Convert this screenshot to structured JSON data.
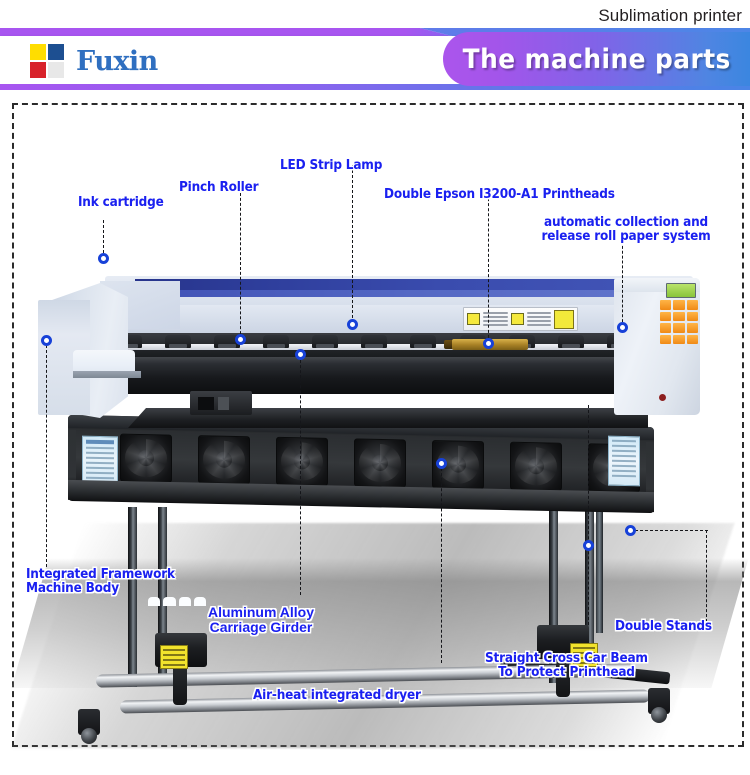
{
  "header": {
    "subtitle": "Sublimation printer",
    "banner_title": "The machine parts",
    "brand_name": "Fuxin",
    "logo_squares": [
      "#ffdd00",
      "#1d4f91",
      "#d8222a",
      "#e8e8e8"
    ],
    "banner_gradient_start": "#ab55ec",
    "banner_gradient_end": "#3b86e0",
    "accent_purple": "#a855f0",
    "accent_blue": "#4a84e6"
  },
  "diagram": {
    "frame_style": "dashed",
    "label_color": "#1a20f0",
    "marker_color": "#1741d8",
    "callouts": [
      {
        "id": "ink-cartridge",
        "text": "Ink cartridge"
      },
      {
        "id": "pinch-roller",
        "text": "Pinch Roller"
      },
      {
        "id": "led-strip-lamp",
        "text": "LED Strip Lamp"
      },
      {
        "id": "printheads",
        "text": "Double Epson I3200-A1 Printheads"
      },
      {
        "id": "roll-paper-system",
        "text": "automatic collection and\nrelease roll paper system"
      },
      {
        "id": "framework-body",
        "text": "Integrated Framework\nMachine Body"
      },
      {
        "id": "carriage-girder",
        "text": "Aluminum Alloy\nCarriage Girder"
      },
      {
        "id": "dryer",
        "text": "Air-heat  integrated dryer"
      },
      {
        "id": "cross-car-beam",
        "text": "Straight Cross Car Beam\nTo Protect Printhead"
      },
      {
        "id": "double-stands",
        "text": "Double Stands"
      }
    ]
  }
}
